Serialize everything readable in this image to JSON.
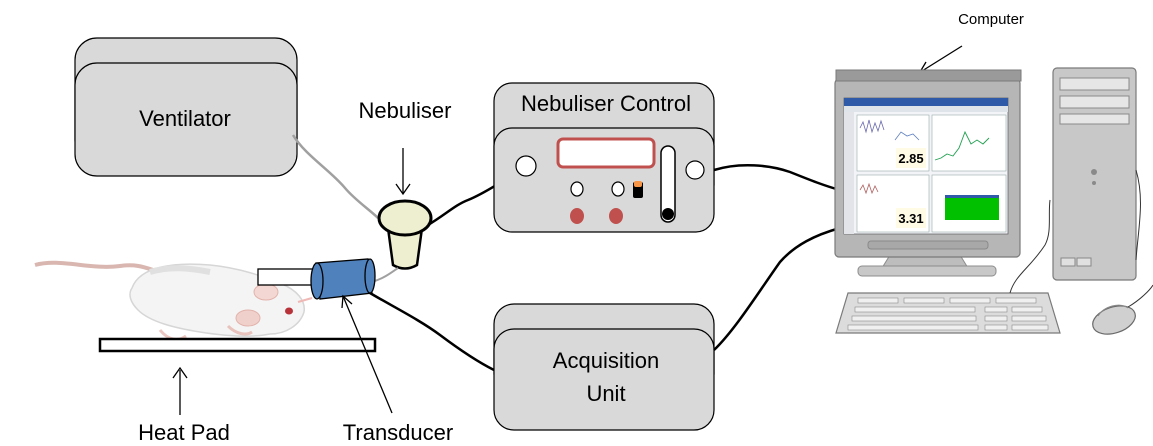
{
  "labels": {
    "ventilator": "Ventilator",
    "nebuliser": "Nebuliser",
    "nebuliser_control": "Nebuliser Control",
    "acquisition_line1": "Acquisition",
    "acquisition_line2": "Unit",
    "computer": "Computer",
    "heat_pad": "Heat Pad",
    "transducer": "Transducer"
  },
  "screen": {
    "value_top": "2.85",
    "value_bottom": "3.31"
  },
  "colors": {
    "box_fill": "#d9d9d9",
    "indicator_red": "#c0504d",
    "transducer_blue": "#4f81bd",
    "nebuliser_cup": "#eeeed0",
    "screen_green": "#00c000",
    "orange_light": "#f79646"
  }
}
